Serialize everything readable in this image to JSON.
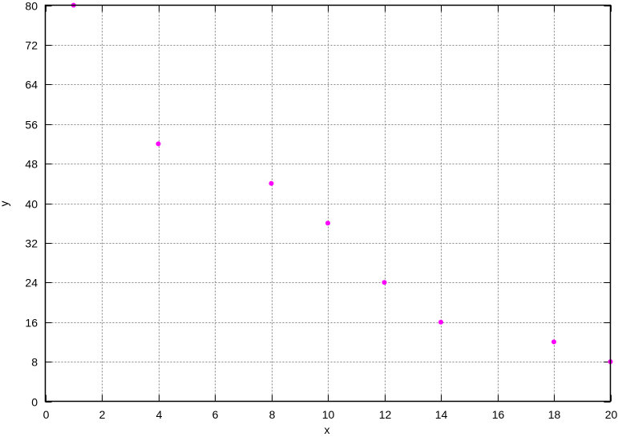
{
  "chart_data": {
    "type": "scatter",
    "title": "",
    "xlabel": "x",
    "ylabel": "y",
    "xlim": [
      0,
      20
    ],
    "ylim": [
      0,
      80
    ],
    "xticks": [
      0,
      2,
      4,
      6,
      8,
      10,
      12,
      14,
      16,
      18,
      20
    ],
    "yticks": [
      0,
      8,
      16,
      24,
      32,
      40,
      48,
      56,
      64,
      72,
      80
    ],
    "grid": true,
    "legend": "none",
    "point_color": "#ff00ff",
    "series": [
      {
        "name": "data",
        "x": [
          1,
          4,
          8,
          10,
          12,
          14,
          18,
          20
        ],
        "y": [
          80,
          52,
          44,
          36,
          24,
          16,
          12,
          8
        ]
      }
    ]
  }
}
